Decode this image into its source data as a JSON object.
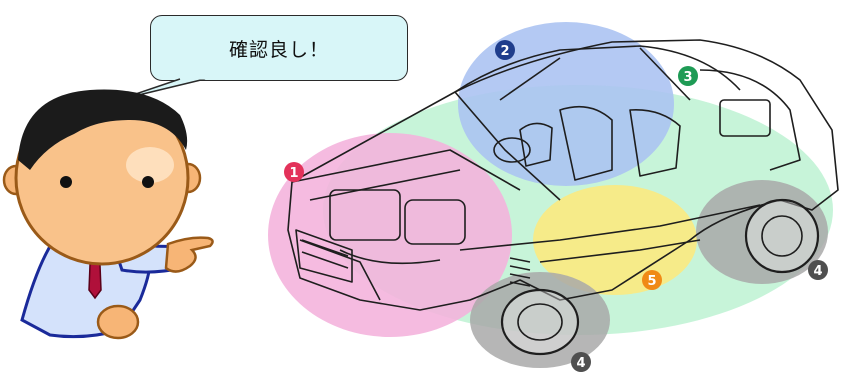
{
  "speech_bubble": {
    "text": "確認良し！"
  },
  "zones": [
    {
      "number": "1",
      "badge_color": "#e3325a",
      "fill": "#f2a6d6"
    },
    {
      "number": "2",
      "badge_color": "#1f3d8c",
      "fill": "#9db9f0"
    },
    {
      "number": "3",
      "badge_color": "#1e9b55",
      "fill": "#a7eec4"
    },
    {
      "number": "4",
      "badge_color": "#4f4f4f",
      "fill": "#9a9a9a"
    },
    {
      "number": "4",
      "badge_color": "#4f4f4f",
      "fill": "#9a9a9a"
    },
    {
      "number": "5",
      "badge_color": "#f08a15",
      "fill": "#fbe56a"
    }
  ]
}
